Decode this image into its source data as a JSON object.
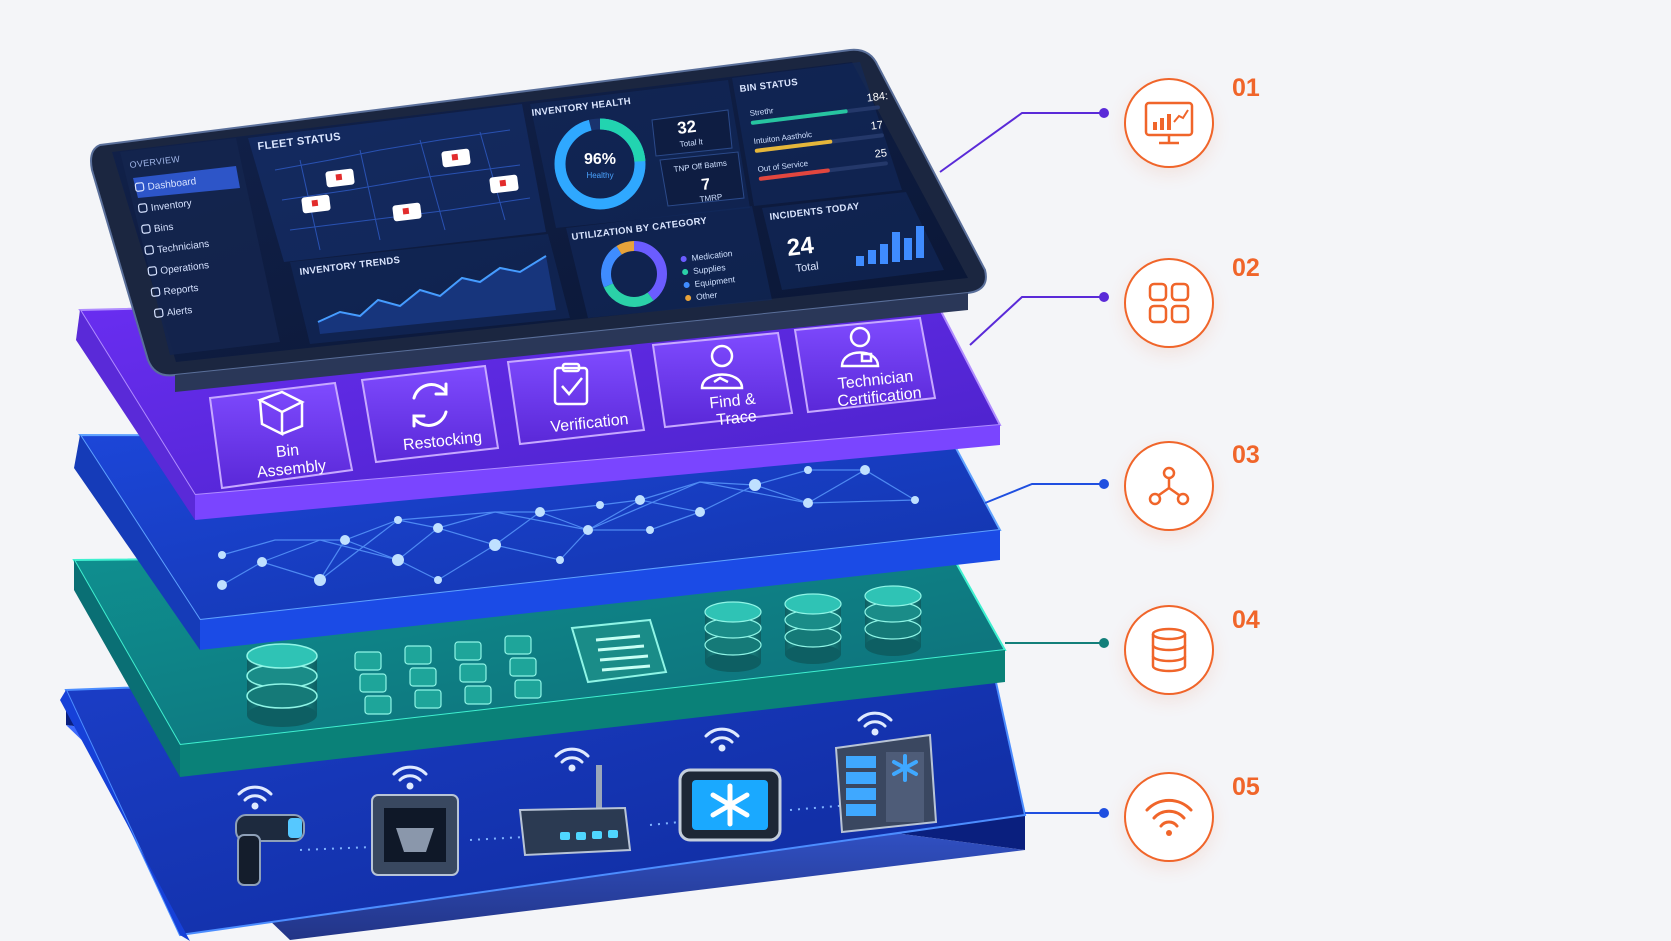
{
  "dashboard": {
    "overview_label": "OVERVIEW",
    "menu": [
      {
        "label": "Dashboard",
        "icon": "dashboard-icon",
        "active": true
      },
      {
        "label": "Inventory",
        "icon": "inventory-icon",
        "active": false
      },
      {
        "label": "Bins",
        "icon": "bins-icon",
        "active": false
      },
      {
        "label": "Technicians",
        "icon": "technicians-icon",
        "active": false
      },
      {
        "label": "Operations",
        "icon": "operations-icon",
        "active": false
      },
      {
        "label": "Reports",
        "icon": "reports-icon",
        "active": false
      },
      {
        "label": "Alerts",
        "icon": "alerts-icon",
        "active": false
      }
    ],
    "fleet_status_title": "FLEET STATUS",
    "inventory_trends_title": "INVENTORY TRENDS",
    "inventory_health": {
      "title": "INVENTORY HEALTH",
      "percent_label": "96%",
      "percent": 96,
      "sub_label": "Healthy",
      "stat1_value": "32",
      "stat1_label": "Total lt",
      "stat2_label": "TNP Off Batms",
      "stat2_value": "7",
      "stat2_sub": "TMRP"
    },
    "bin_status": {
      "title": "BIN STATUS",
      "rows": [
        {
          "label": "Strethr",
          "value": "184:",
          "fill": 0.75,
          "color": "#27c4a0"
        },
        {
          "label": "Intuiton Aastholc",
          "value": "17",
          "fill": 0.6,
          "color": "#e5b63a"
        },
        {
          "label": "Out of Service",
          "value": "25",
          "fill": 0.55,
          "color": "#e2463e"
        }
      ]
    },
    "utilization": {
      "title": "UTILIZATION BY CATEGORY",
      "legend": [
        {
          "label": "Medication",
          "color": "#6b5cff"
        },
        {
          "label": "Supplies",
          "color": "#2bd1a8"
        },
        {
          "label": "Equipment",
          "color": "#3f8cff"
        },
        {
          "label": "Other",
          "color": "#e7a23a"
        }
      ]
    },
    "incidents": {
      "title": "INCIDENTS TODAY",
      "value": "24",
      "label": "Total"
    }
  },
  "workflow_cards": [
    {
      "line1": "Bin",
      "line2": "Assembly",
      "icon": "box-icon"
    },
    {
      "line1": "Restocking",
      "line2": "",
      "icon": "refresh-icon"
    },
    {
      "line1": "Verification",
      "line2": "",
      "icon": "clipboard-check-icon"
    },
    {
      "line1": "Find &",
      "line2": "Trace",
      "icon": "person-search-icon"
    },
    {
      "line1": "Technician",
      "line2": "Certification",
      "icon": "technician-icon"
    }
  ],
  "callouts": [
    {
      "number": "01",
      "icon": "dashboard-monitor-icon"
    },
    {
      "number": "02",
      "icon": "app-grid-icon"
    },
    {
      "number": "03",
      "icon": "network-nodes-icon"
    },
    {
      "number": "04",
      "icon": "database-icon"
    },
    {
      "number": "05",
      "icon": "wifi-icon"
    }
  ],
  "colors": {
    "accent": "#f0652a",
    "dashboard_bg": "#0d1b3d",
    "workflow_layer": "#6a2cf0",
    "network_layer": "#1f4fe0",
    "data_layer": "#1a9a9a",
    "device_layer": "#1a3fbf"
  }
}
